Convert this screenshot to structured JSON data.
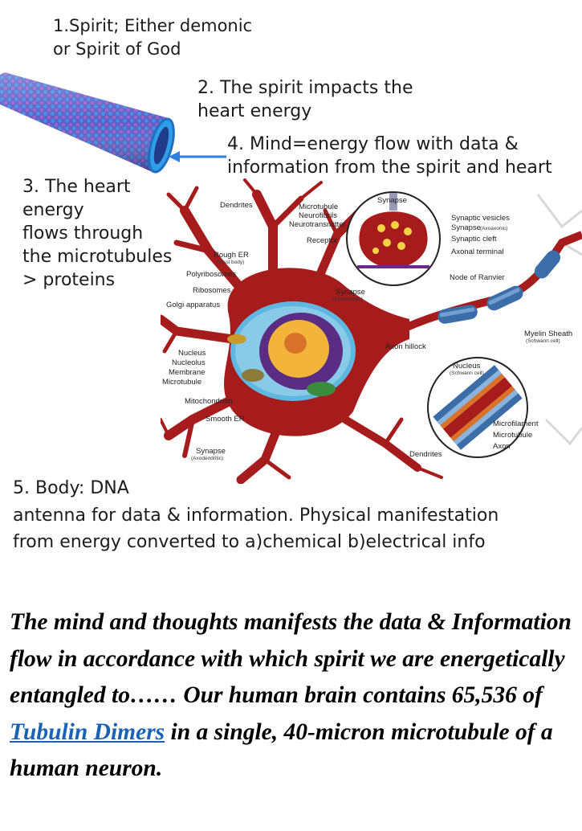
{
  "captions": {
    "spirit_l1": "1.Spirit; Either demonic",
    "spirit_l2": "or Spirit of God",
    "heart_l1": "2. The spirit impacts the",
    "heart_l2": "heart energy",
    "flow_l1": "3. The heart",
    "flow_l2": "energy",
    "flow_l3": "flows through",
    "flow_l4": "the microtubules",
    "flow_l5": "> proteins",
    "mind_l1": "4. Mind=energy flow with data &",
    "mind_l2": "information from the spirit and heart",
    "body_l1": "5. Body: DNA",
    "body_l2": "antenna for data & information. Physical manifestation",
    "body_l3": "from energy converted to a)chemical b)electrical info"
  },
  "neuron_labels": {
    "dendrites_top": "Dendrites",
    "microtubule": "Microtubule",
    "neurofibrils": "Neurofibrils",
    "neurotransmitter": "Neurotransmitter",
    "receptor": "Receptor",
    "synapse_top": "Synapse",
    "synaptic_vesicles": "Synaptic vesicles",
    "synapse_axoaxonic": "Synapse",
    "axoaxonic_note": "(Axoaxonic)",
    "synaptic_cleft": "Synaptic cleft",
    "axonal_terminal": "Axonal terminal",
    "rough_er": "Rough ER",
    "nissl_body": "(Nissl body)",
    "polyribosomes": "Polyribosomes",
    "ribosomes": "Ribosomes",
    "golgi": "Golgi apparatus",
    "synapse_axosomatic": "Synapse",
    "axosomatic_note": "(Axosomatic)",
    "node_of_ranvier": "Node of Ranvier",
    "myelin_sheath": "Myelin Sheath",
    "schwann_cell": "(Schwann cell)",
    "axon_hillock": "Axon hillock",
    "nucleus": "Nucleus",
    "nucleolus": "Nucleolus",
    "membrane": "Membrane",
    "microtubule_left": "Microtubule",
    "mitochondrion": "Mitochondrion",
    "smooth_er": "Smooth ER",
    "synapse_axodendritic": "Synapse",
    "axodendritic_note": "(Axodendritic)",
    "nucleus_schwann": "Nucleus",
    "nucleus_schwann_note": "(Schwann cell)",
    "microfilament": "Microfilament",
    "microtubule_inset": "Microtubule",
    "axon": "Axon",
    "dendrites_bottom": "Dendrites"
  },
  "paragraph": {
    "part1": "The mind and thoughts manifests the data & Information flow in accordance with which spirit we are energetically entangled to…… Our human brain contains 65,536 of ",
    "link": "Tubulin Dimers",
    "part2": " in a single, 40-micron microtubule of a human neuron."
  },
  "colors": {
    "neuron_red": "#a61c1c",
    "myelin_blue": "#3b6ea8",
    "link_blue": "#1a62b5"
  }
}
